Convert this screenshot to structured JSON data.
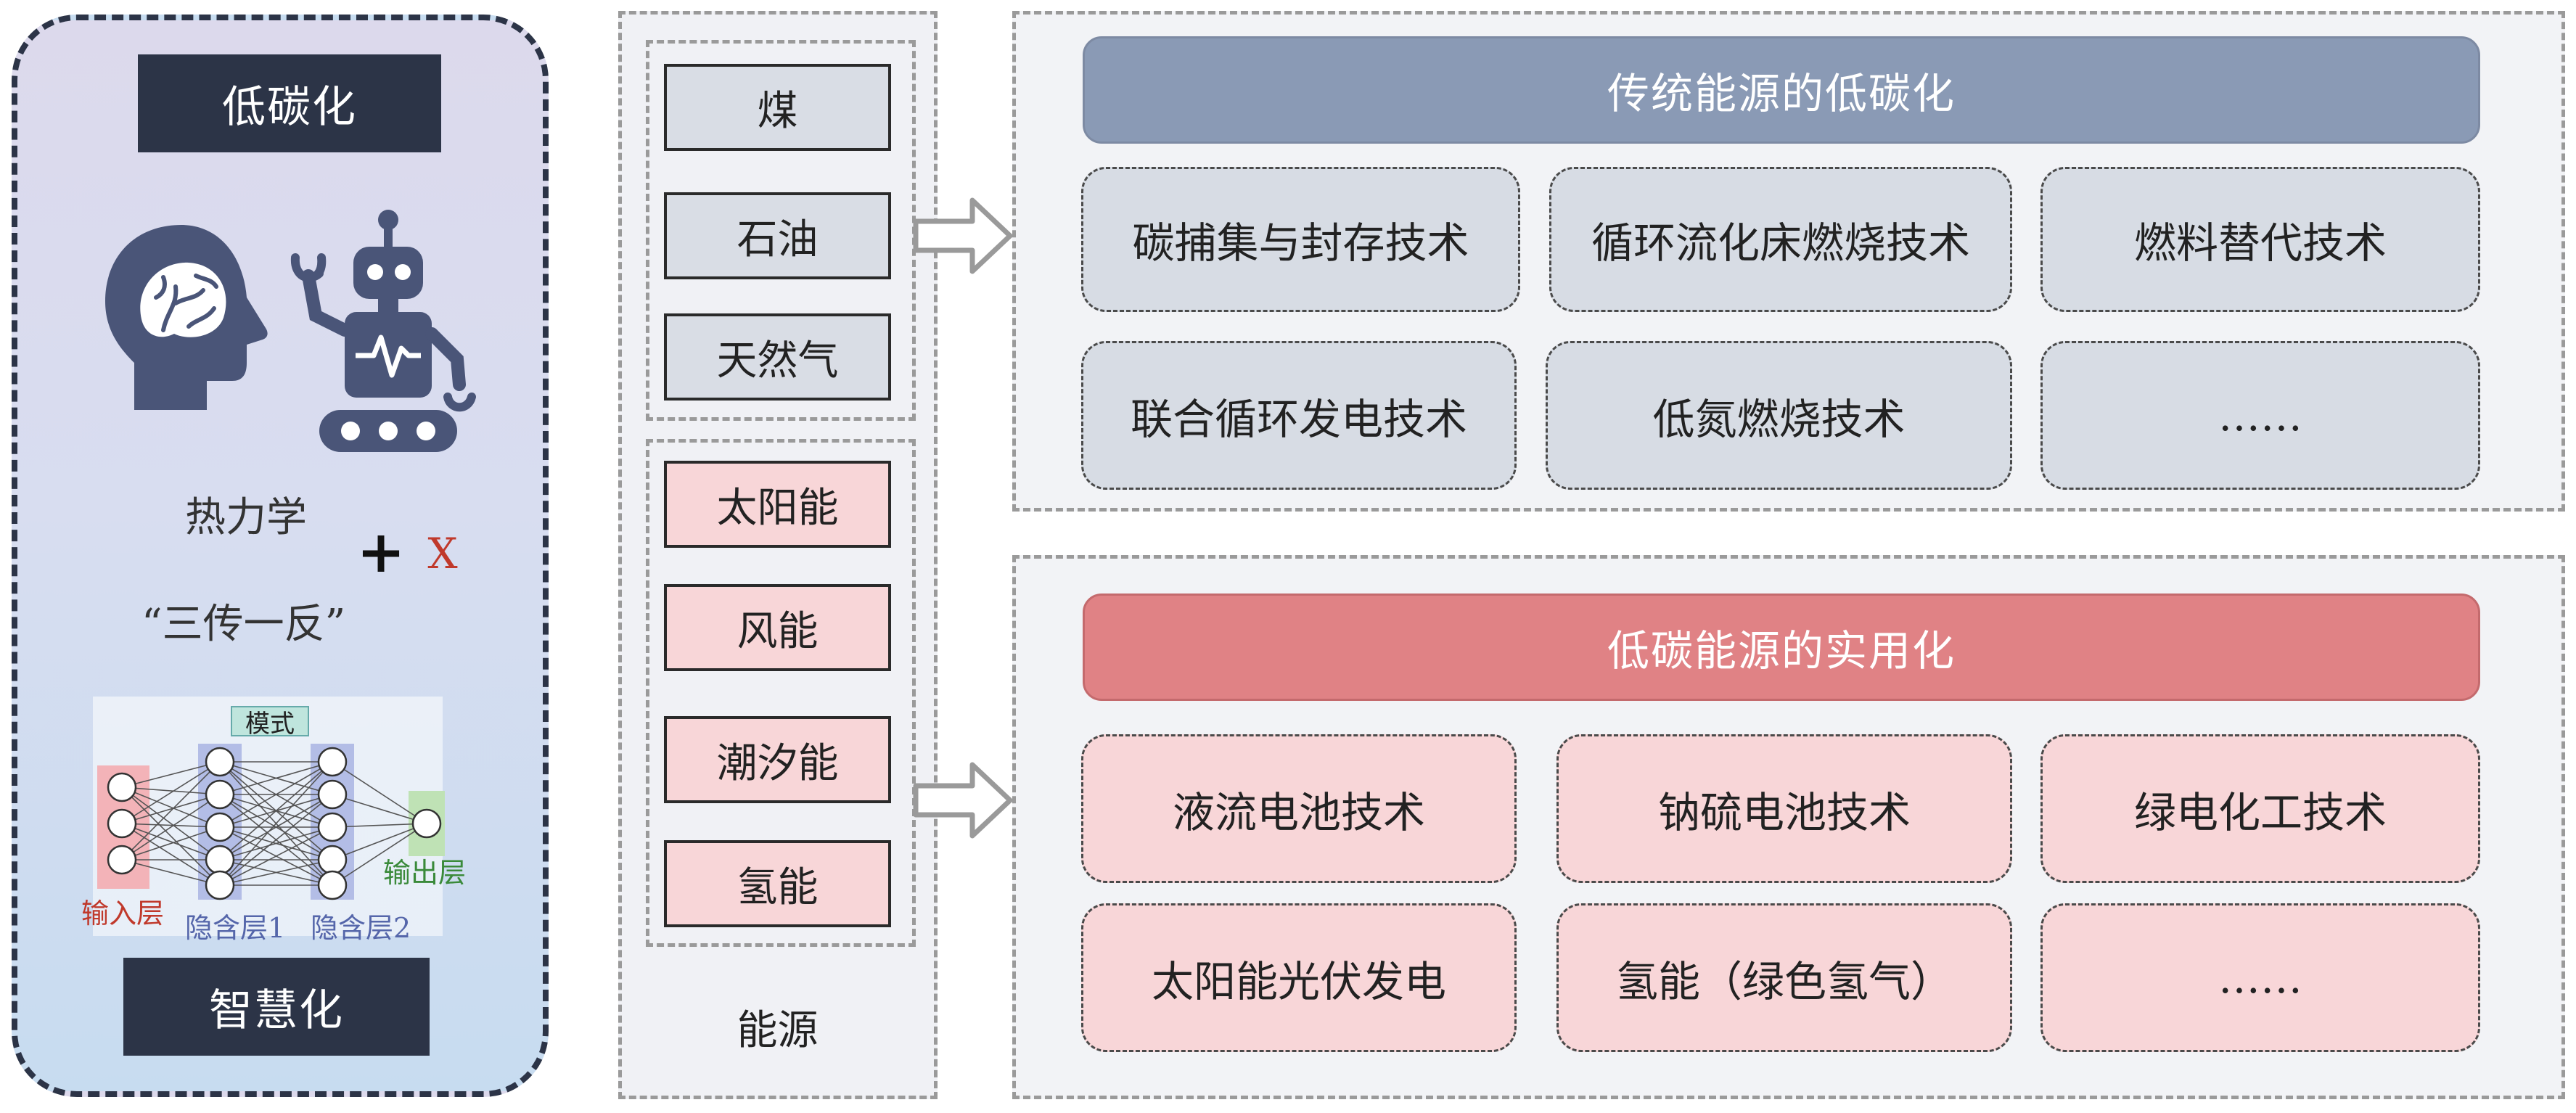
{
  "left": {
    "top_label": "低碳化",
    "thermo": "热力学",
    "plus": "+",
    "x": "X",
    "sanchuan": "“三传一反”",
    "nn": {
      "mode": "模式",
      "input": "输入层",
      "hidden1": "隐含层1",
      "hidden2": "隐含层2",
      "output": "输出层"
    },
    "bottom_label": "智慧化"
  },
  "energy": {
    "traditional": [
      "煤",
      "石油",
      "天然气"
    ],
    "lowcarbon": [
      "太阳能",
      "风能",
      "潮汐能",
      "氢能"
    ],
    "caption": "能源"
  },
  "panel_traditional": {
    "title": "传统能源的低碳化",
    "items": [
      "碳捕集与封存技术",
      "循环流化床燃烧技术",
      "燃料替代技术",
      "联合循环发电技术",
      "低氮燃烧技术",
      "……"
    ]
  },
  "panel_lowcarbon": {
    "title": "低碳能源的实用化",
    "items": [
      "液流电池技术",
      "钠硫电池技术",
      "绿电化工技术",
      "太阳能光伏发电",
      "氢能（绿色氢气）",
      "……"
    ]
  },
  "colors": {
    "dark_navy": "#2c3447",
    "icon_navy": "#4a5578",
    "header_gray_blue": "#8a9ab5",
    "header_red": "#e08285",
    "tech_gray": "#d7dce4",
    "tech_pink": "#f8d6d8"
  }
}
